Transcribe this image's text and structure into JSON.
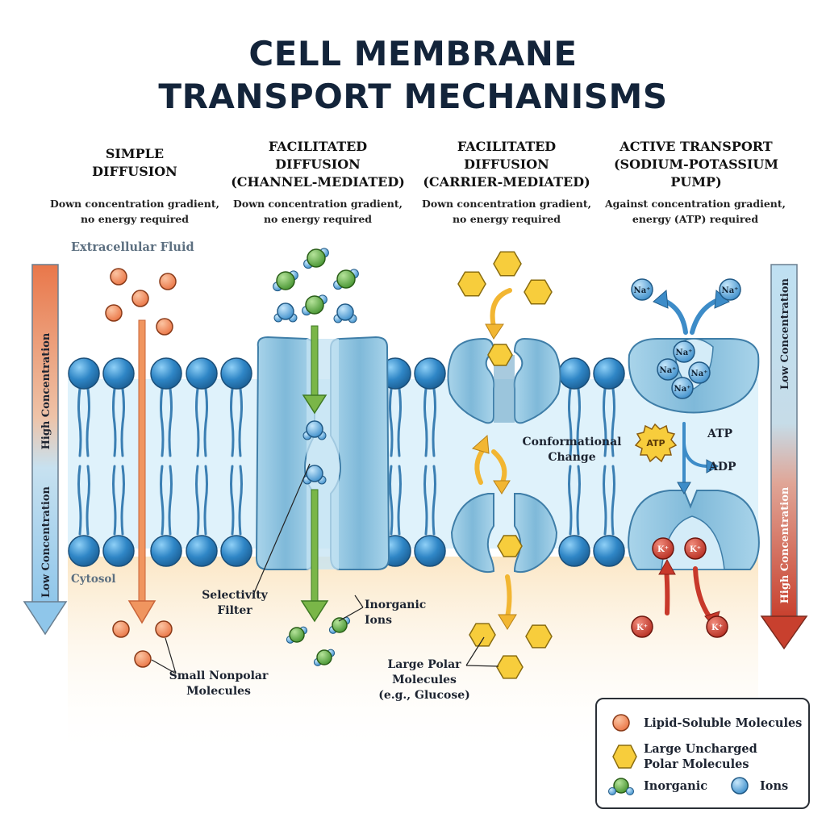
{
  "title": {
    "line1": "CELL MEMBRANE",
    "line2": "TRANSPORT MECHANISMS"
  },
  "columns": [
    {
      "head": [
        "SIMPLE",
        "DIFFUSION"
      ],
      "desc": [
        "Down concentration gradient,",
        "no energy required"
      ]
    },
    {
      "head": [
        "FACILITATED",
        "DIFFUSION",
        "(CHANNEL-MEDIATED)"
      ],
      "desc": [
        "Down concentration gradient,",
        "no energy required"
      ]
    },
    {
      "head": [
        "FACILITATED",
        "DIFFUSION",
        "(CARRIER-MEDIATED)"
      ],
      "desc": [
        "Down concentration gradient,",
        "no energy required"
      ]
    },
    {
      "head": [
        "ACTIVE TRANSPORT",
        "(SODIUM-POTASSIUM",
        "PUMP)"
      ],
      "desc": [
        "Against concentration gradient,",
        "energy (ATP) required"
      ]
    }
  ],
  "regions": {
    "extracellular": "Extracellular Fluid",
    "cytosol": "Cytosol"
  },
  "gradients": {
    "left_top": "High Concentration",
    "left_bottom": "Low Concentration",
    "right_top": "Low Concentration",
    "right_bottom": "High Concentration"
  },
  "labels": {
    "small_nonpolar": [
      "Small Nonpolar",
      "Molecules"
    ],
    "selectivity_filter": [
      "Selectivity",
      "Filter"
    ],
    "inorganic_ions": [
      "Inorganic",
      "Ions"
    ],
    "conformational_change": [
      "Conformational",
      "Change"
    ],
    "large_polar": [
      "Large Polar",
      "Molecules",
      "(e.g., Glucose)"
    ],
    "atp_badge": "ATP",
    "atp": "ATP",
    "adp": "ADP",
    "na": "Na⁺",
    "k": "K⁺"
  },
  "legend": {
    "lipid_soluble": "Lipid-Soluble Molecules",
    "large_uncharged": [
      "Large Uncharged",
      "Polar Molecules"
    ],
    "inorganic": "Inorganic",
    "ions": "Ions"
  },
  "colors": {
    "lipid_head": "#2f86c6",
    "membrane_core": "#d6eef9",
    "protein": "#8ec3de",
    "lipid_soluble": "#f08a5a",
    "polar_molecule": "#f7cd3c",
    "inorganic_green": "#5fae3c",
    "ion_blue": "#4d9fd8",
    "potassium_red": "#c8392b",
    "arrow_green": "#7ab648",
    "arrow_orange": "#f0955f",
    "arrow_yellow": "#f2b632",
    "arrow_blue": "#3d8cc8"
  }
}
